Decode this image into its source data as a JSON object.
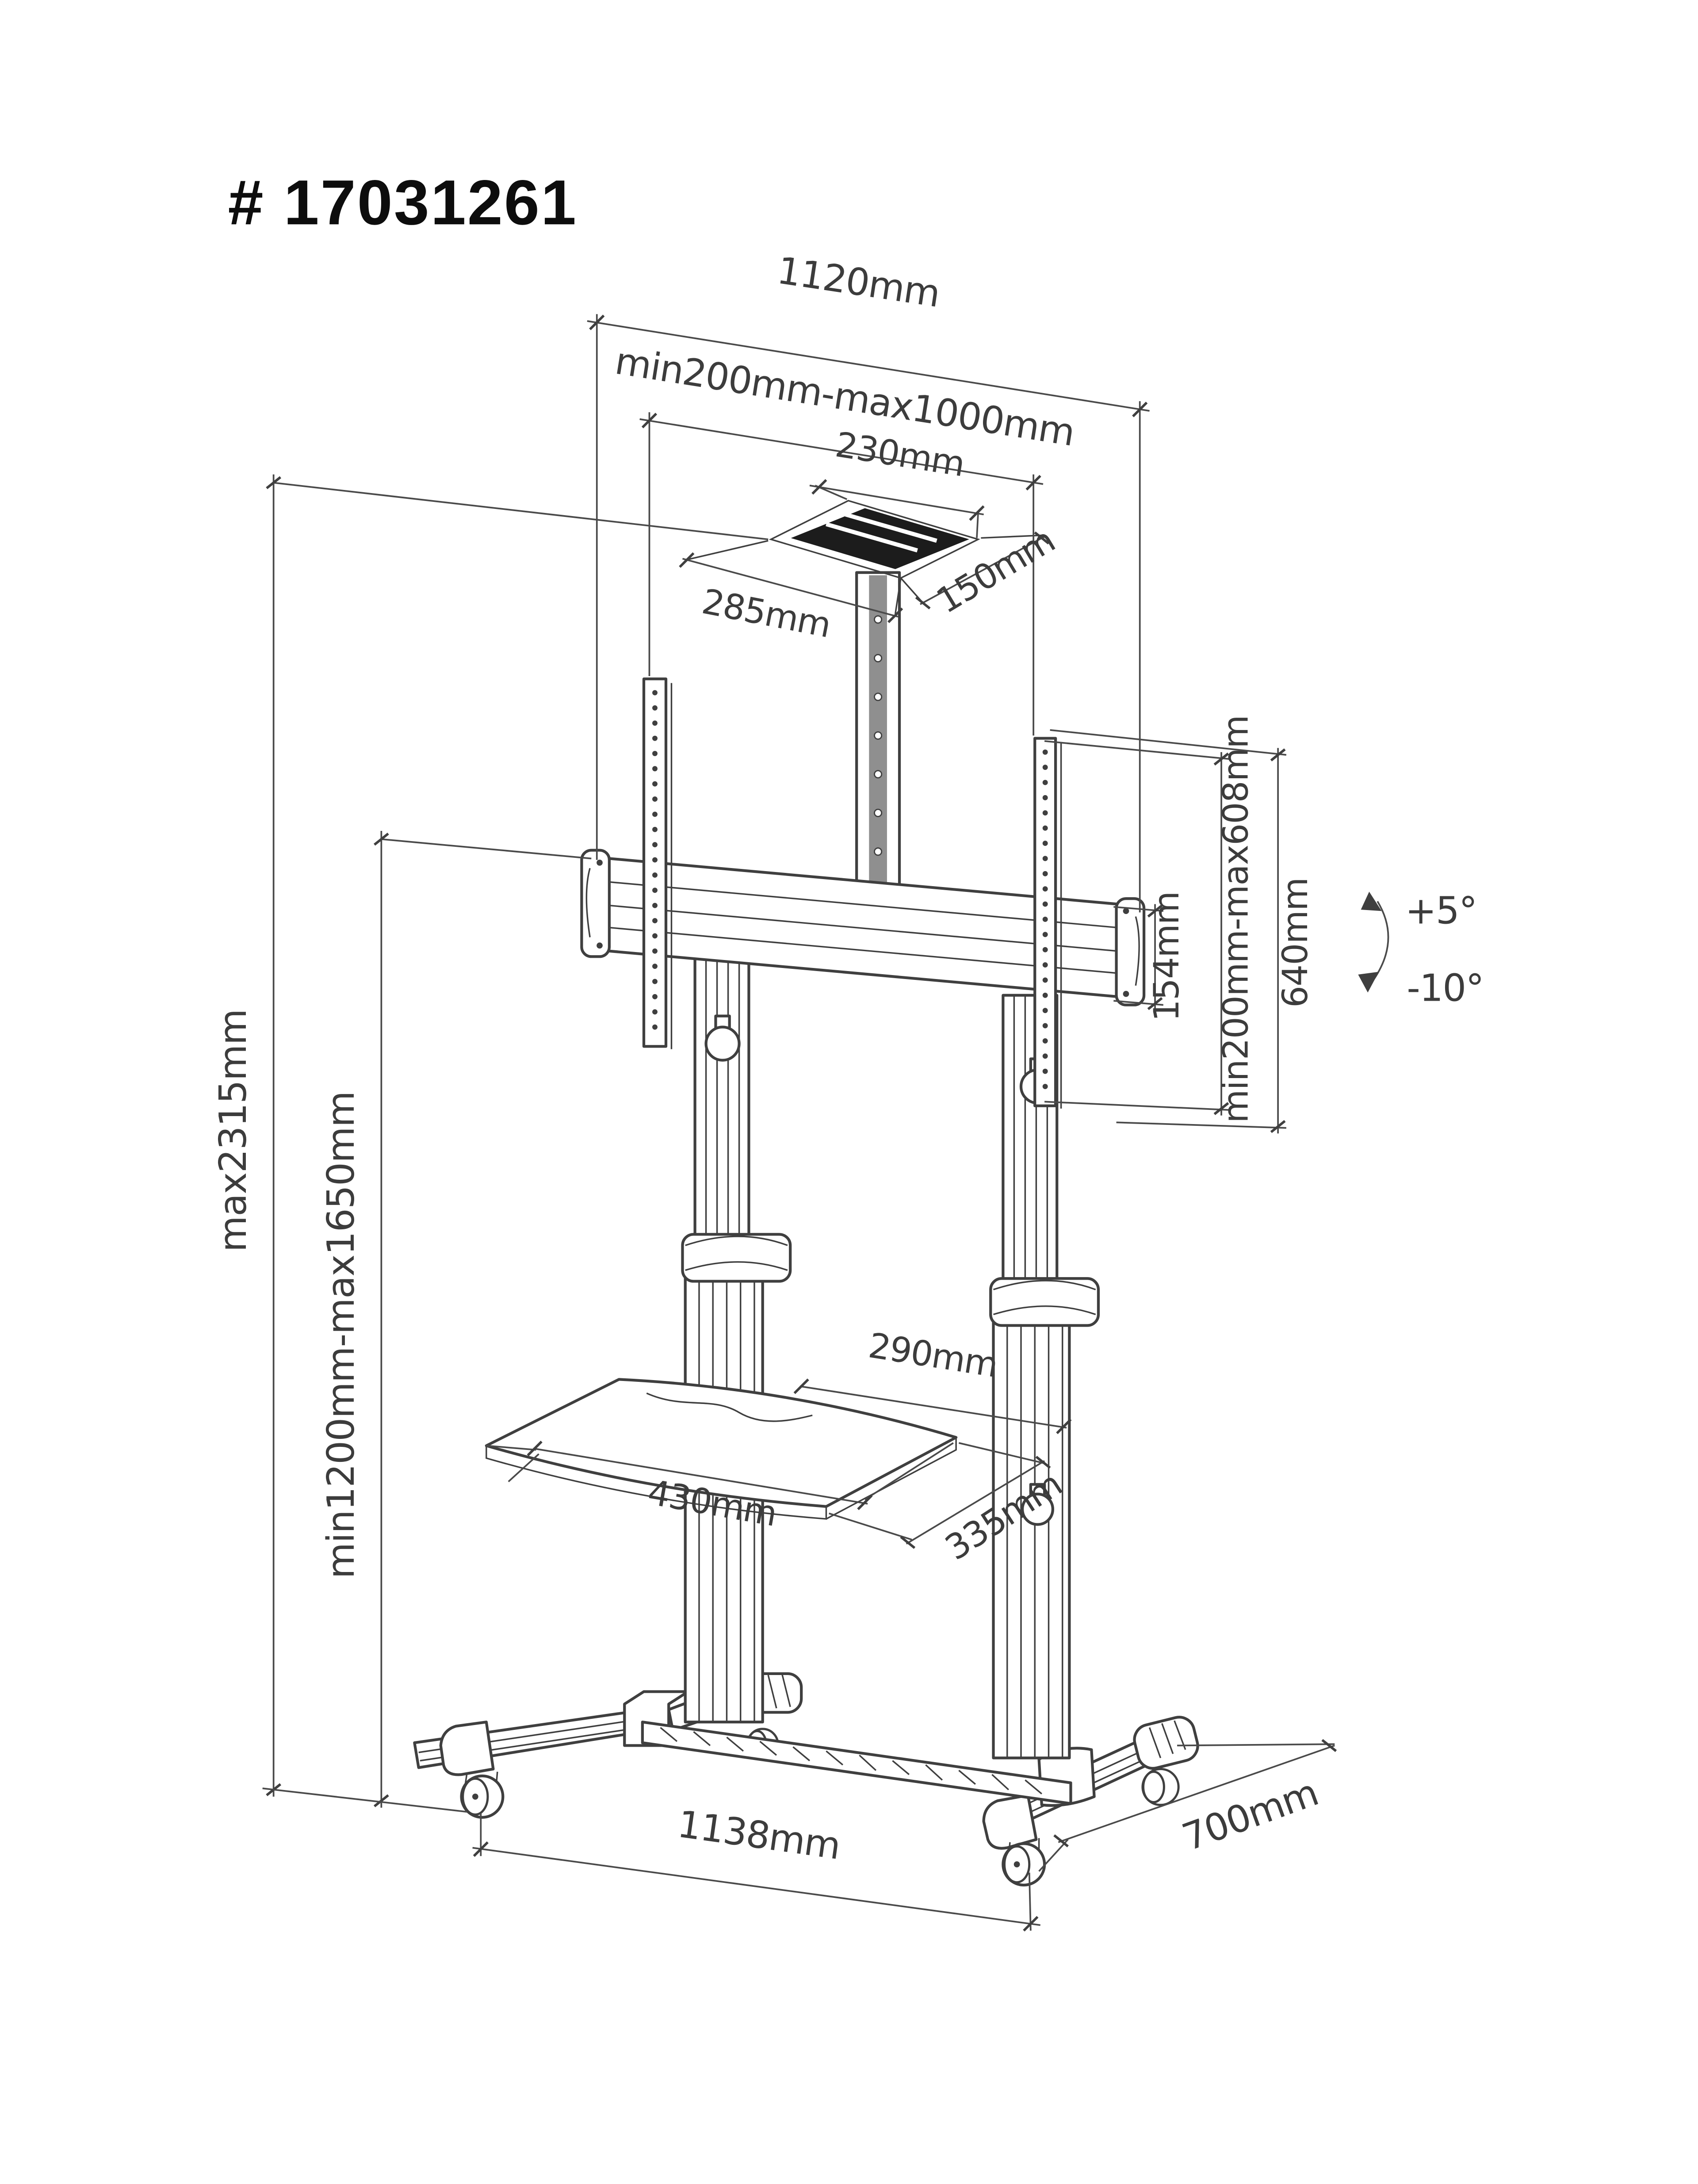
{
  "title": "# 17031261",
  "colors": {
    "background": "#ffffff",
    "line": "#3f3f3f",
    "dimension_line": "#4a4a4a",
    "text": "#3c3c3c",
    "title_text": "#0d0d0d",
    "plate_fill": "#1c1c1c",
    "column_fill": "#8f8f8f"
  },
  "labels": {
    "top_width": "1120mm",
    "vesa_width_range": "min200mm-max1000mm",
    "top_plate_back": "230mm",
    "top_plate_width": "285mm",
    "top_plate_depth": "150mm",
    "bracket_height": "154mm",
    "vesa_height_range": "min200mm-max608mm",
    "bracket_total_height": "640mm",
    "tilt_up": "+5°",
    "tilt_down": "-10°",
    "total_height_max": "max2315mm",
    "mount_height_range": "min1200mm-max1650mm",
    "shelf_depth": "290mm",
    "shelf_width": "430mm",
    "shelf_diagonal": "335mm",
    "base_width": "1138mm",
    "base_depth": "700mm"
  }
}
